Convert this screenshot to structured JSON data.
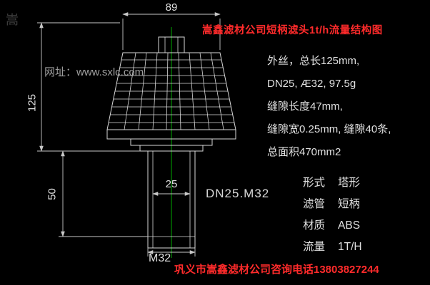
{
  "title": "嵩鑫滤材公司短柄滤头1t/h流量结构图",
  "watermarks": {
    "site": "网址：www.sxlc.com",
    "corner": "嵩"
  },
  "specs": [
    "外丝，总长125mm,",
    "DN25, Æ32, 97.5g",
    "缝隙长度47mm,",
    "缝隙宽0.25mm, 缝隙40条,",
    "总面积470mm2"
  ],
  "attributes": [
    {
      "label": "形式",
      "value": "塔形"
    },
    {
      "label": "滤管",
      "value": "短柄"
    },
    {
      "label": "材质",
      "value": "ABS"
    },
    {
      "label": "流量",
      "value": "1T/H"
    }
  ],
  "dimensions": {
    "top_width": "89",
    "total_length": "125",
    "stem_length": "50",
    "bore": "25",
    "thread_label": "M32",
    "callout": "DN25.M32"
  },
  "footer": "巩义市嵩鑫滤材公司咨询电话13803827244",
  "colors": {
    "background": "#000000",
    "line": "#d8d8d8",
    "dim_line": "#c8c8c8",
    "centerline": "#00a800",
    "accent_red": "#ff2b2b",
    "text": "#e0e0e0",
    "watermark": "#9f9f9f",
    "faint": "#3c3c3c"
  }
}
